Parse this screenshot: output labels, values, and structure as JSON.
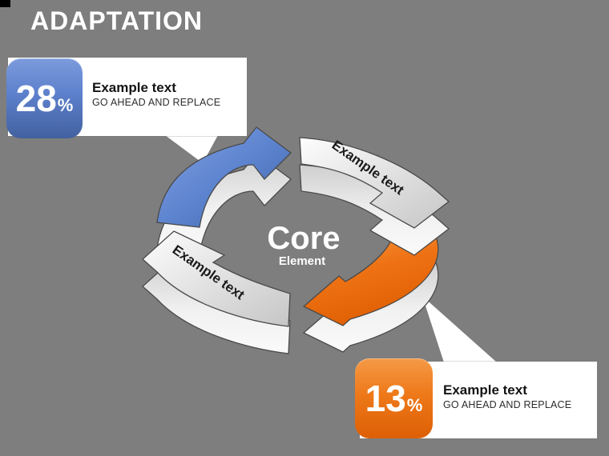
{
  "slide": {
    "title": "ADAPTATION",
    "background_color": "#7e7e7e"
  },
  "core": {
    "title": "Core",
    "subtitle": "Element"
  },
  "cycle": {
    "labels": {
      "top_right": "Example text",
      "bottom_left": "Example text"
    },
    "colors": {
      "blue_arrow": "#5d84cf",
      "orange_arrow": "#ee7214",
      "gray_arrow": "#e9e9e9"
    }
  },
  "callouts": {
    "blue": {
      "value": "28",
      "unit": "%",
      "heading": "Example text",
      "subheading": "GO AHEAD AND REPLACE",
      "accent_color": "#4f72bd"
    },
    "orange": {
      "value": "13",
      "unit": "%",
      "heading": "Example text",
      "subheading": "GO AHEAD AND REPLACE",
      "accent_color": "#e8690c"
    }
  }
}
